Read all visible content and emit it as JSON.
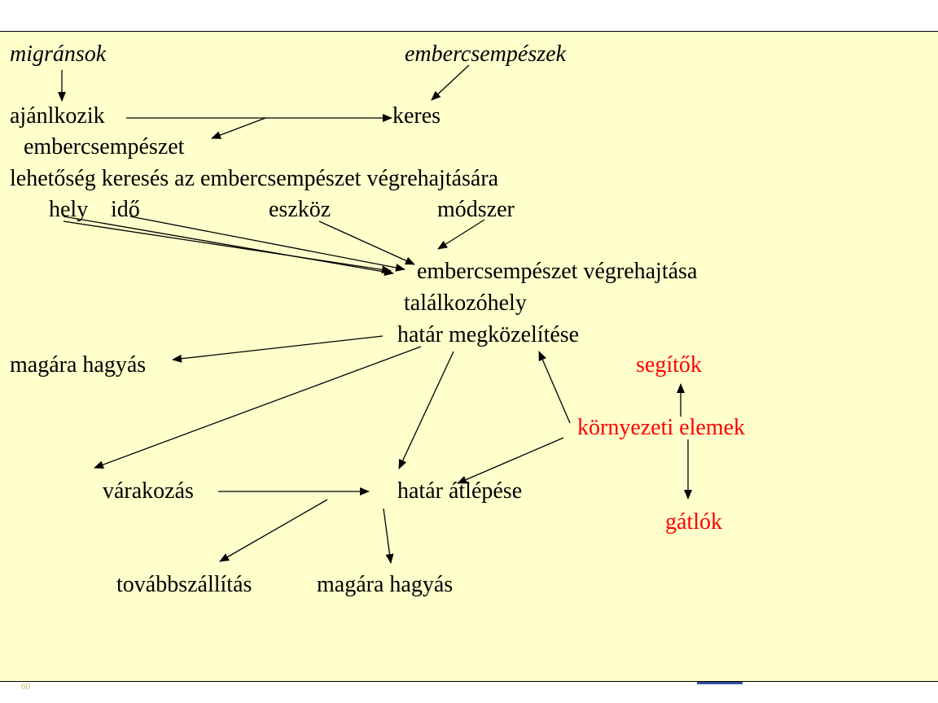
{
  "diagram": {
    "nodes": {
      "migransok": "migránsok",
      "embercsempeszek": "embercsempészek",
      "ajanlkozik": "ajánlkozik",
      "keres": "keres",
      "embercsempeszet": "embercsempészet",
      "lehetoseg": "lehetőség keresés az embercsempészet végrehajtására",
      "hely": "hely",
      "ido": "idő",
      "eszkoz": "eszköz",
      "modszer": "módszer",
      "vegrehajtas": "embercsempészet végrehajtása",
      "talalkozohely": "találkozóhely",
      "hatar_megkozelitese": "határ megközelítése",
      "magara_hagyas_1": "magára hagyás",
      "segitok": "segítők",
      "kornyezeti_elemek": "környezeti elemek",
      "varakozas": "várakozás",
      "hatar_atlepese": "határ átlépése",
      "gatlok": "gátlók",
      "tovabbszallitas": "továbbszállítás",
      "magara_hagyas_2": "magára hagyás"
    },
    "colors": {
      "background": "#ffffcc",
      "text": "#000000",
      "highlight": "#ff0000"
    }
  },
  "footer": {
    "page_number": "60"
  }
}
